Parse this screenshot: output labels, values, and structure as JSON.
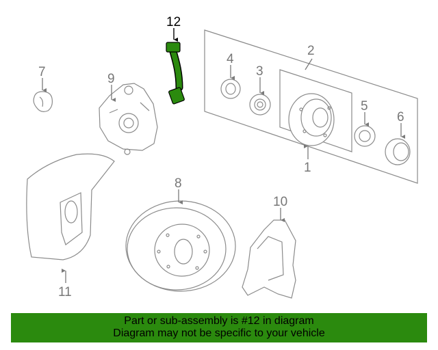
{
  "parts": {
    "p1": "1",
    "p2": "2",
    "p3": "3",
    "p4": "4",
    "p5": "5",
    "p6": "6",
    "p7": "7",
    "p8": "8",
    "p9": "9",
    "p10": "10",
    "p11": "11",
    "p12": "12"
  },
  "highlight_color": "#2b8a0e",
  "banner": {
    "line1": "Part or sub-assembly is #12 in diagram",
    "line2": "Diagram may not be specific to your vehicle"
  }
}
